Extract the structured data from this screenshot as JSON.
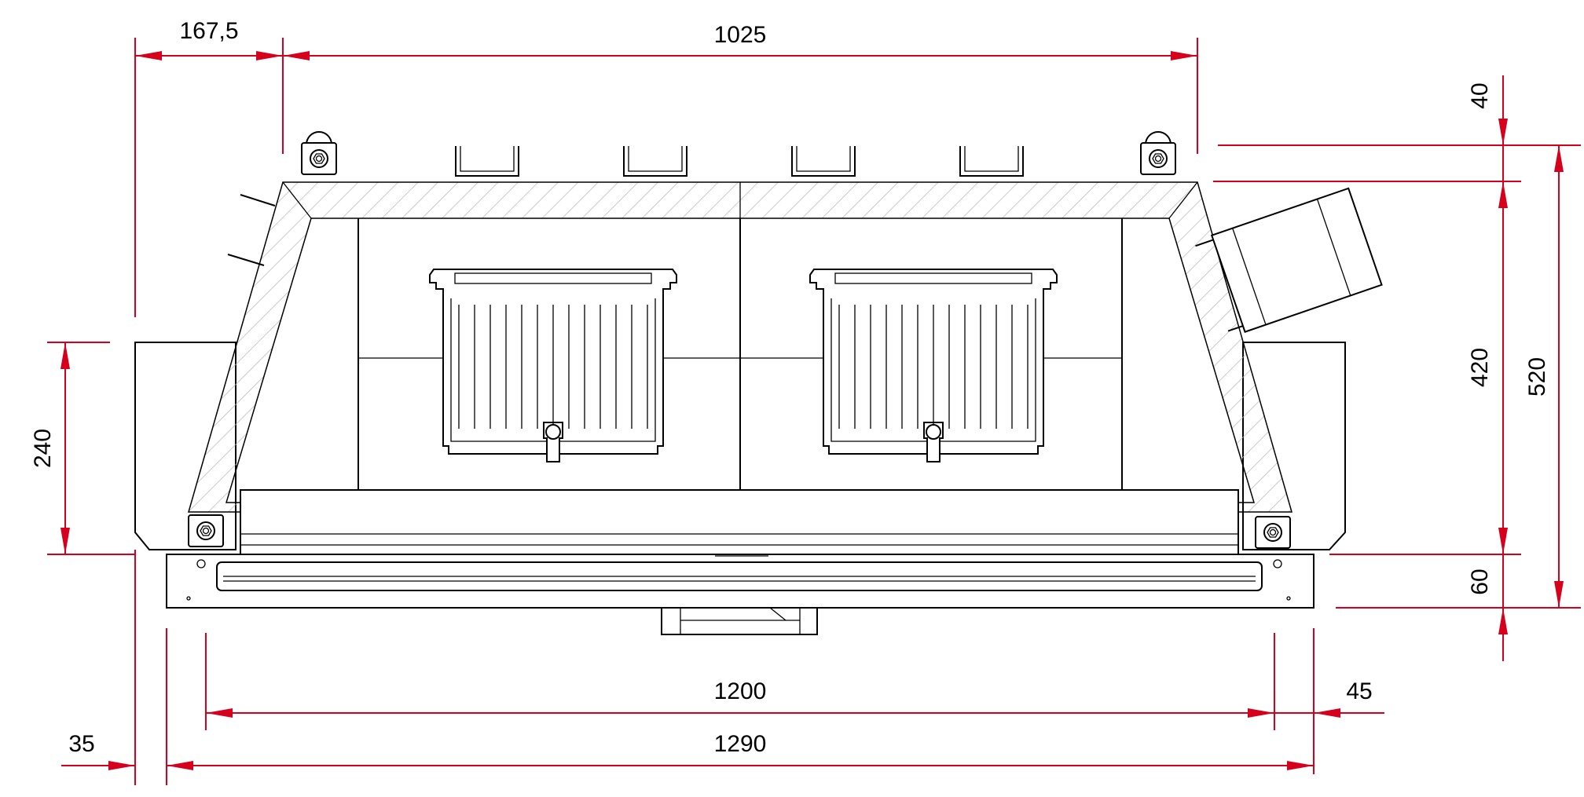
{
  "dimensions": {
    "width_top_left": "167,5",
    "width_top": "1025",
    "height_top_offset": "40",
    "height_inner": "420",
    "height_total": "520",
    "height_side": "240",
    "height_bottom": "60",
    "width_front": "1200",
    "width_right_offset": "45",
    "width_left_offset": "35",
    "width_overall": "1290"
  },
  "colors": {
    "dimension_lines": "#d6001c",
    "outline": "#000000",
    "background": "#ffffff"
  }
}
